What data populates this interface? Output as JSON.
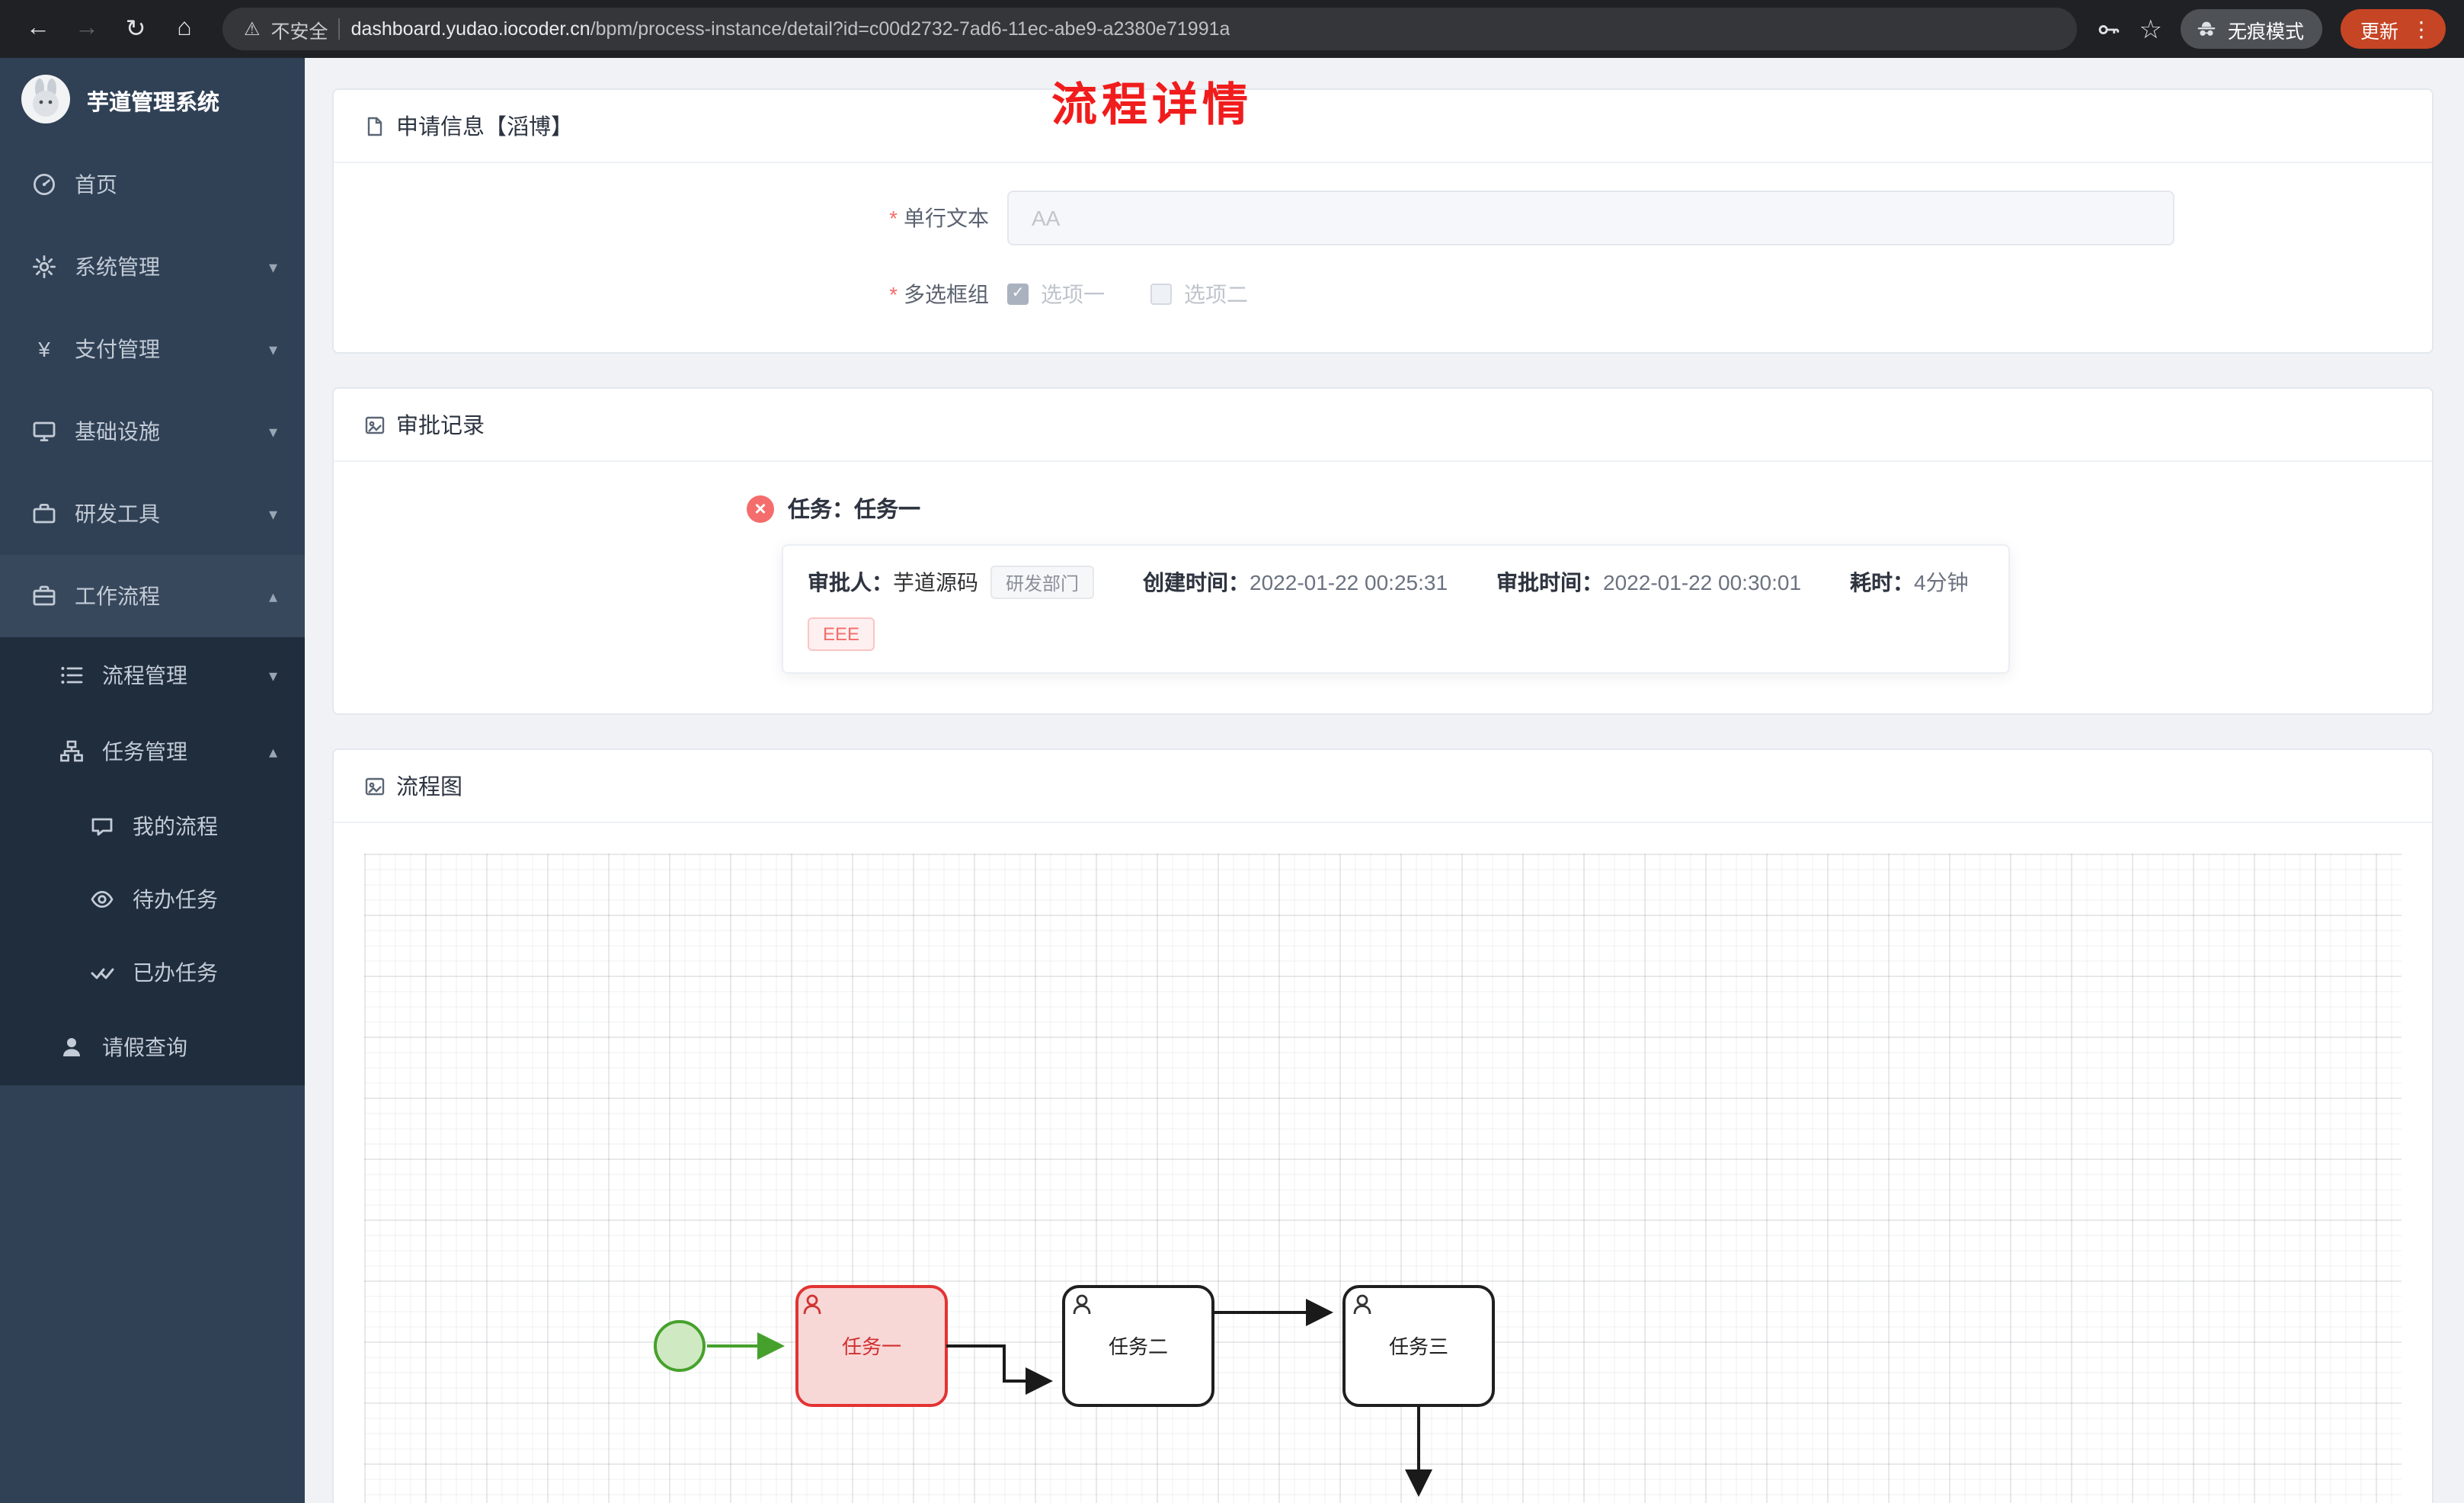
{
  "colors": {
    "title_red": "#f11c1c",
    "sidebar_bg": "#304156",
    "submenu_bg": "#1f2d3d",
    "element_red": "#f56c6c",
    "task_highlight_red": "#e23333",
    "start_event_green": "#46a12c",
    "update_chip_orange": "#c64524"
  },
  "icons": {
    "back": "←",
    "forward": "→",
    "reload": "↻",
    "home": "⌂",
    "warning": "⚠",
    "star": "☆",
    "more": "⋮",
    "chevron_down": "▾",
    "chevron_up": "▴",
    "check": "✓",
    "close": "×",
    "yen": "¥"
  },
  "browser": {
    "security_label": "不安全",
    "url_domain": "dashboard.yudao.iocoder.cn",
    "url_path": "/bpm/process-instance/detail?id=c00d2732-7ad6-11ec-abe9-a2380e71991a",
    "incognito_label": "无痕模式",
    "update_label": "更新"
  },
  "sidebar": {
    "brand": "芋道管理系统",
    "items": [
      {
        "label": "首页"
      },
      {
        "label": "系统管理"
      },
      {
        "label": "支付管理"
      },
      {
        "label": "基础设施"
      },
      {
        "label": "研发工具"
      },
      {
        "label": "工作流程"
      }
    ],
    "submenu": [
      {
        "label": "流程管理"
      },
      {
        "label": "任务管理"
      }
    ],
    "task_children": [
      {
        "label": "我的流程"
      },
      {
        "label": "待办任务"
      },
      {
        "label": "已办任务"
      }
    ],
    "leave_query": {
      "label": "请假查询"
    }
  },
  "page": {
    "title": "流程详情"
  },
  "apply_card": {
    "header": "申请信息【滔博】",
    "required_marker": "*",
    "text_field": {
      "label": "单行文本",
      "value": "AA"
    },
    "checkbox_field": {
      "label": "多选框组",
      "options": [
        {
          "label": "选项一",
          "checked": true
        },
        {
          "label": "选项二",
          "checked": false
        }
      ]
    }
  },
  "approval_card": {
    "header": "审批记录",
    "task_title": "任务：任务一",
    "approver_label": "审批人：",
    "approver_name": "芋道源码",
    "dept_tag": "研发部门",
    "create_label": "创建时间：",
    "create_time": "2022-01-22 00:25:31",
    "approve_label": "审批时间：",
    "approve_time": "2022-01-22 00:30:01",
    "duration_label": "耗时：",
    "duration_value": "4分钟",
    "reason_tag": "EEE"
  },
  "diagram_card": {
    "header": "流程图",
    "tasks": [
      "任务一",
      "任务二",
      "任务三"
    ]
  }
}
